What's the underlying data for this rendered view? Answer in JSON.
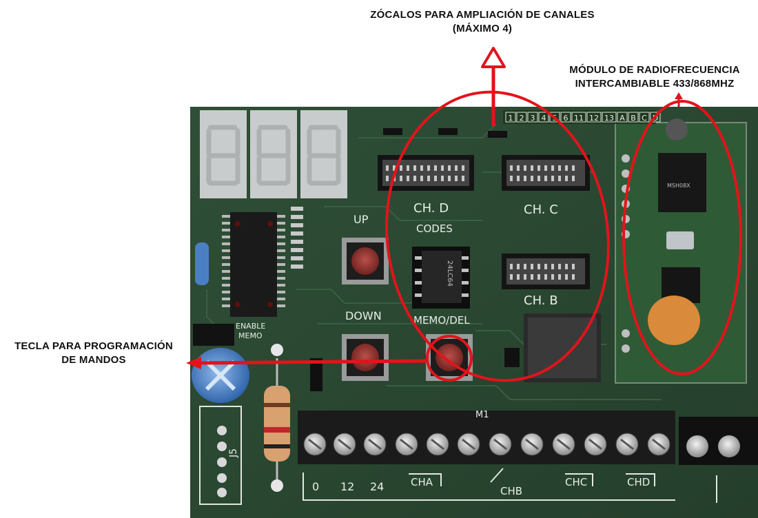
{
  "annotations": {
    "zocalos_line1": "ZÓCALOS PARA AMPLIACIÓN DE CANALES",
    "zocalos_line2": "(MÁXIMO 4)",
    "modulo_line1": "MÓDULO DE RADIOFRECUENCIA",
    "modulo_line2": "INTERCAMBIABLE 433/868MHZ",
    "tecla_line1": "TECLA PARA PROGRAMACIÓN",
    "tecla_line2": "DE MANDOS"
  },
  "silkscreen": {
    "ch_d": "CH. D",
    "ch_c": "CH. C",
    "ch_b": "CH. B",
    "codes": "CODES",
    "up": "UP",
    "down": "DOWN",
    "memo_del": "MEMO/DEL",
    "enable": "ENABLE",
    "memo": "MEMO",
    "j5": "J5",
    "m1": "M1",
    "dip_labels": [
      "1",
      "2",
      "3",
      "4",
      "5",
      "6",
      "11",
      "12",
      "13",
      "A",
      "B",
      "C",
      "D"
    ],
    "term_0": "0",
    "term_12": "12",
    "term_24": "24",
    "cha": "CHA",
    "chb": "CHB",
    "chc": "CHC",
    "chd": "CHD",
    "chip_codes": "24LC64",
    "chip_rf": "MSH08X"
  },
  "colors": {
    "pcb": "#2c4a33",
    "annotation_red": "#e3131b",
    "terminal_block": "#1b1b1b",
    "rf_module": "#2f5a36"
  }
}
